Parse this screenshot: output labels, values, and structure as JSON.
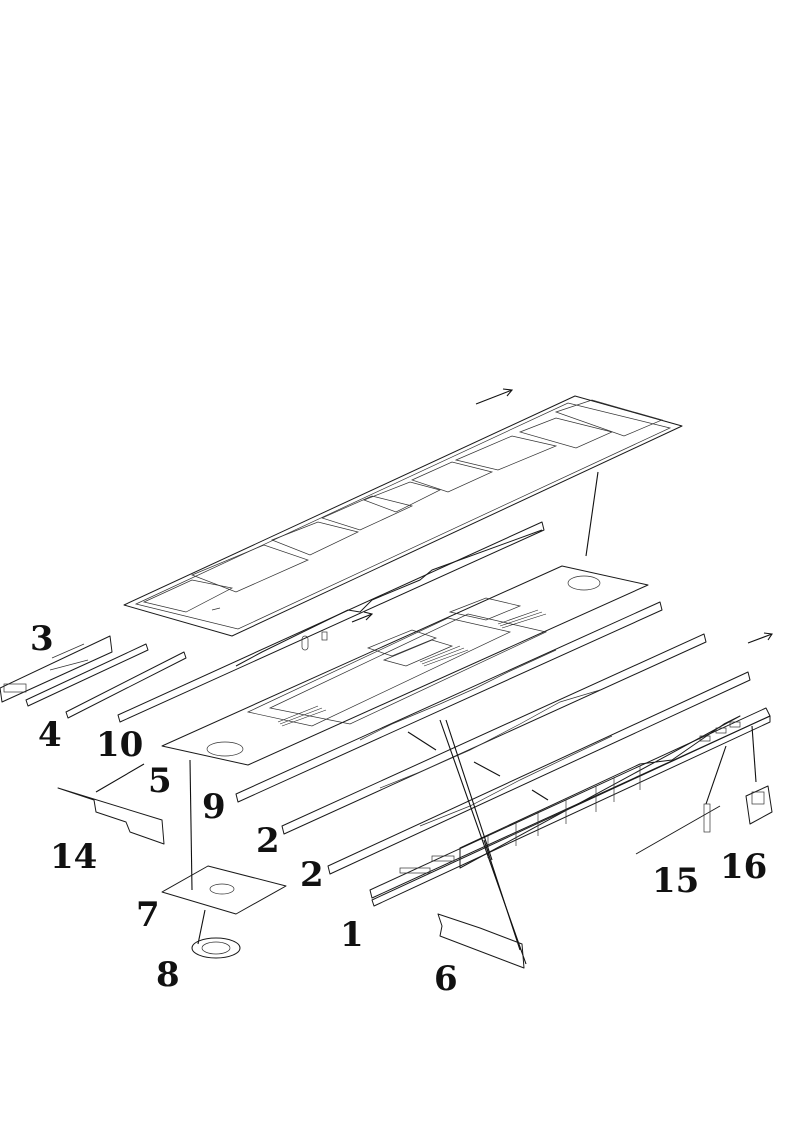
{
  "diagram": {
    "part_labels": {
      "p3": "3",
      "p4": "4",
      "p10": "10",
      "p5": "5",
      "p9": "9",
      "p14": "14",
      "p2a": "2",
      "p2b": "2",
      "p1": "1",
      "p7": "7",
      "p8": "8",
      "p6": "6",
      "p15": "15",
      "p16": "16"
    },
    "colors": {
      "line": "#1a1a1a",
      "background": "#ffffff"
    }
  }
}
